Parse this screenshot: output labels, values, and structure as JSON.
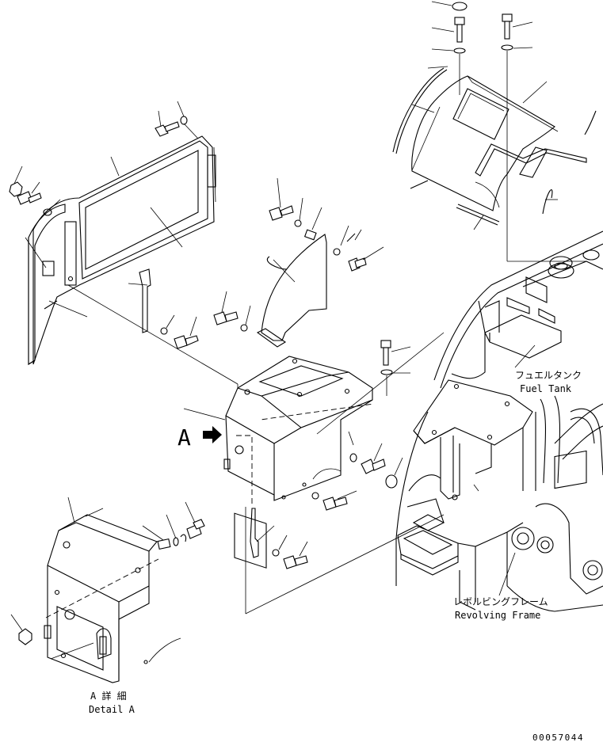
{
  "labels": {
    "view_marker": "A",
    "fuel_tank_jp": "フュエルタンク",
    "fuel_tank_en": "Fuel Tank",
    "revolving_frame_jp": "レボルビングフレーム",
    "revolving_frame_en": "Revolving Frame",
    "detail_jp": "A 詳 細",
    "detail_en": "Detail A",
    "drawing_number": "00057044"
  }
}
